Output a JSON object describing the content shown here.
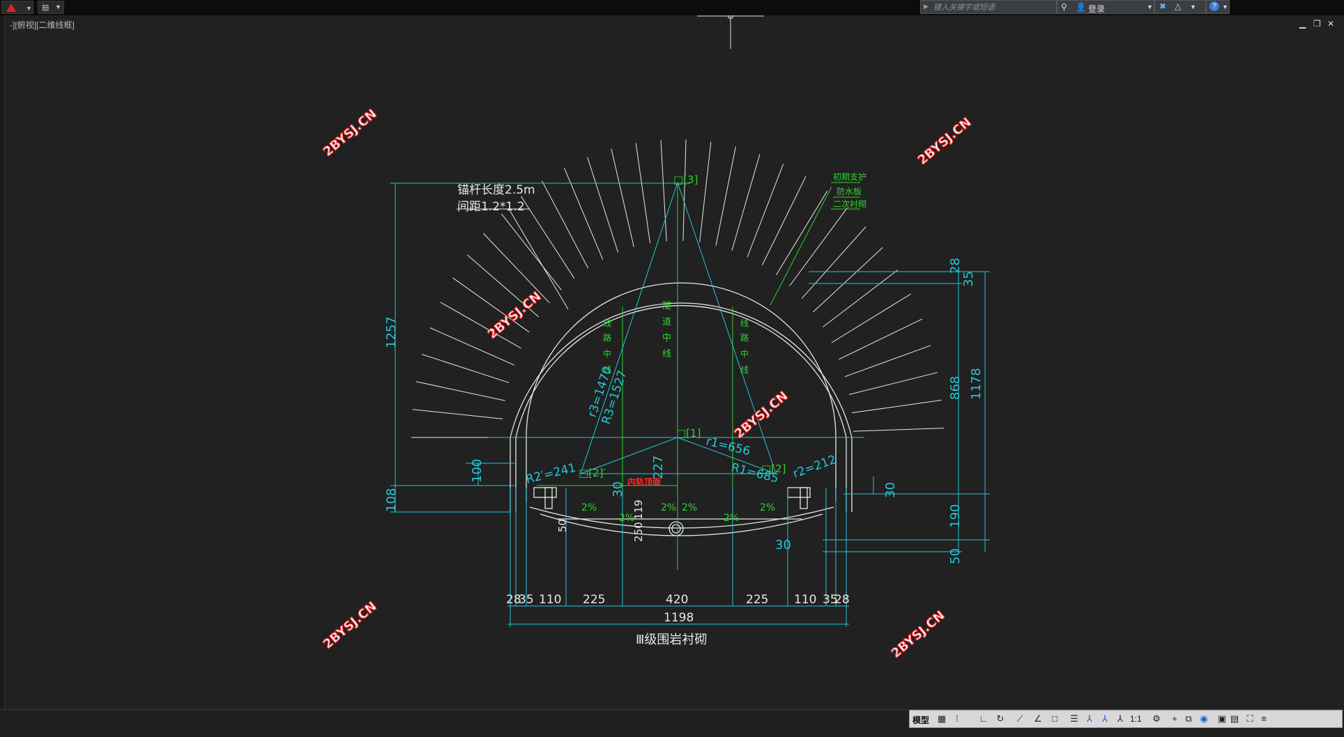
{
  "app": {
    "search_placeholder": "键入关键字或短语",
    "login_label": "登录"
  },
  "viewport": {
    "label": "-][俯视][二维线框]"
  },
  "statusbar": {
    "model_label": "模型",
    "scale_label": "1:1"
  },
  "drawing": {
    "anchor_note_line1": "锚杆长度2.5m",
    "anchor_note_line2": "间距1.2*1.2",
    "point3": "□[3]",
    "point1": "□[1]",
    "point2": "□[2]",
    "point2p": "□[2]′",
    "legend": [
      "初期支护",
      "防水板",
      "二次衬砌"
    ],
    "tunnel_center_chars": [
      "隧",
      "道",
      "中",
      "线"
    ],
    "route_center_chars": [
      "线",
      "路",
      "中",
      "线"
    ],
    "r3_label": "r3=1470",
    "R3_label": "R3=1527",
    "r1_label": "r1=656",
    "R1_label": "R1=685",
    "r2_label": "r2=212",
    "R2p_label": "R2′=241",
    "drain_label": "内轨顶面",
    "dim_1257": "1257",
    "dim_108": "108",
    "dim_100": "100",
    "dim_28": "28",
    "dim_35": "35",
    "dim_868": "868",
    "dim_1178": "1178",
    "dim_30": "30",
    "dim_190": "190",
    "dim_50": "50",
    "dim_227": "227",
    "dim_119": "119",
    "dim_250": "250",
    "grade": "2%",
    "bottom_dims": [
      "28",
      "35",
      "110",
      "225",
      "420",
      "225",
      "110",
      "35",
      "28"
    ],
    "total_width": "1198",
    "caption": "Ⅲ级围岩衬砌",
    "watermark": "2BYSJ.CN"
  },
  "colors": {
    "background": "#212121",
    "dimension": "#23c8d8",
    "green": "#2fd42f",
    "structure": "#e8e8e8",
    "watermark": "#ff3030"
  }
}
